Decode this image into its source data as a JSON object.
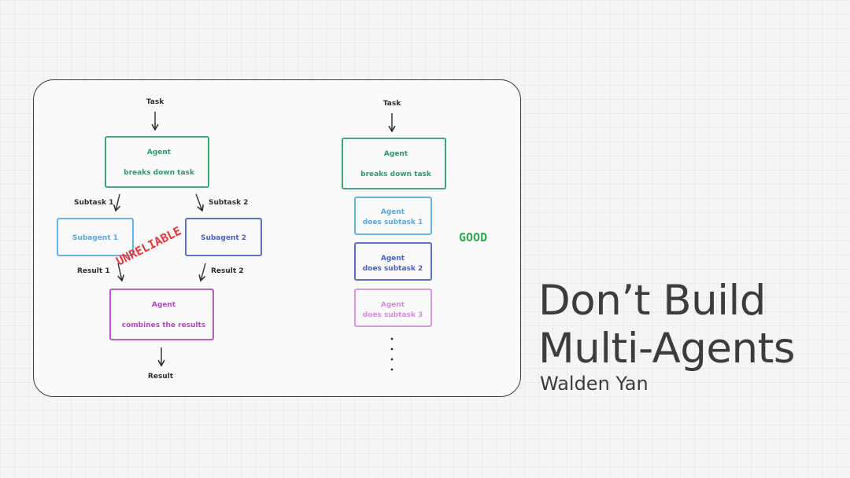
{
  "title": {
    "line1": "Don’t Build",
    "line2": "Multi-Agents"
  },
  "author": "Walden Yan",
  "diagram_left": {
    "task": "Task",
    "agent_top": {
      "title": "Agent",
      "subtitle": "breaks down task"
    },
    "subtask1": "Subtask 1",
    "subtask2": "Subtask 2",
    "subagent1": "Subagent 1",
    "subagent2": "Subagent 2",
    "unreliable": "UNRELIABLE",
    "result1": "Result 1",
    "result2": "Result 2",
    "agent_bottom": {
      "title": "Agent",
      "subtitle": "combines the results"
    },
    "result": "Result"
  },
  "diagram_right": {
    "task": "Task",
    "agent_top": {
      "title": "Agent",
      "subtitle": "breaks down task"
    },
    "step1": {
      "title": "Agent",
      "subtitle": "does subtask 1"
    },
    "step2": {
      "title": "Agent",
      "subtitle": "does subtask 2"
    },
    "step3": {
      "title": "Agent",
      "subtitle": "does subtask 3"
    },
    "good": "GOOD"
  },
  "colors": {
    "green": "#2e9a6b",
    "light_blue": "#5aa8dc",
    "blue": "#4a5fc1",
    "purple": "#b546c4",
    "light_purple": "#d58ce0",
    "good_green": "#35a853",
    "unreliable_red": "#e03a3a"
  }
}
